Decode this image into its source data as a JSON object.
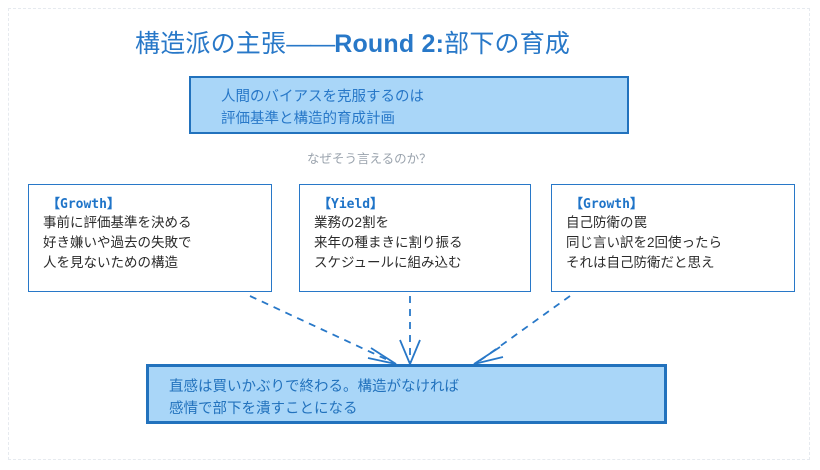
{
  "diagram": {
    "title": {
      "lead": "構造派の主張",
      "dash": "——",
      "emphasis": "Round 2:",
      "tail": "部下の育成"
    },
    "claim": {
      "text": "人間のバイアスを克服するのは\n評価基準と構造的育成計画"
    },
    "connector_label": "なぜそう言えるのか？",
    "supports": [
      {
        "tag": "【Growth】",
        "body": "事前に評価基準を決める\n好き嫌いや過去の失敗で\n人を見ないための構造"
      },
      {
        "tag": "【Yield】",
        "body": "業務の2割を\n来年の種まきに割り振る\nスケジュールに組み込む"
      },
      {
        "tag": "【Growth】",
        "body": "自己防衛の罠\n同じ言い訳を2回使ったら\nそれは自己防衛だと思え"
      }
    ],
    "conclusion": {
      "text": "直感は買いかぶりで終わる。構造がなければ\n感情で部下を潰すことになる"
    },
    "colors": {
      "accent_blue": "#2878c8",
      "deep_blue": "#2272bd",
      "fill_blue": "#a9d6f8",
      "muted_gray": "#9aa3ad",
      "body_text": "#2b2b2b",
      "frame_dash": "#e6eaef"
    }
  }
}
